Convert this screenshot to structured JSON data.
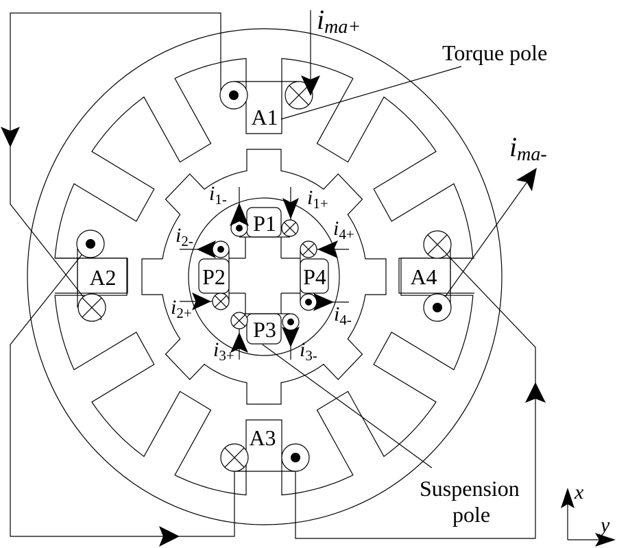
{
  "poles": {
    "torque": [
      "A1",
      "A2",
      "A3",
      "A4"
    ],
    "suspension": [
      "P1",
      "P2",
      "P3",
      "P4"
    ]
  },
  "currents": {
    "ima_plus": {
      "base": "i",
      "sub": "ma+"
    },
    "ima_minus": {
      "base": "i",
      "sub": "ma-"
    },
    "i1_minus": {
      "base": "i",
      "sub": "1-"
    },
    "i1_plus": {
      "base": "i",
      "sub": "1+"
    },
    "i2_minus": {
      "base": "i",
      "sub": "2-"
    },
    "i2_plus": {
      "base": "i",
      "sub": "2+"
    },
    "i3_plus": {
      "base": "i",
      "sub": "3+"
    },
    "i3_minus": {
      "base": "i",
      "sub": "3-"
    },
    "i4_plus": {
      "base": "i",
      "sub": "4+"
    },
    "i4_minus": {
      "base": "i",
      "sub": "4-"
    }
  },
  "annotations": {
    "torque_pole": "Torque pole",
    "suspension_pole_line1": "Suspension",
    "suspension_pole_line2": "pole"
  },
  "axes": {
    "x": "x",
    "y": "y"
  },
  "coil_symbols": {
    "dot": "current-out-of-page-icon",
    "cross": "current-into-page-icon"
  },
  "colors": {
    "line": "#000000",
    "background": "#ffffff"
  }
}
